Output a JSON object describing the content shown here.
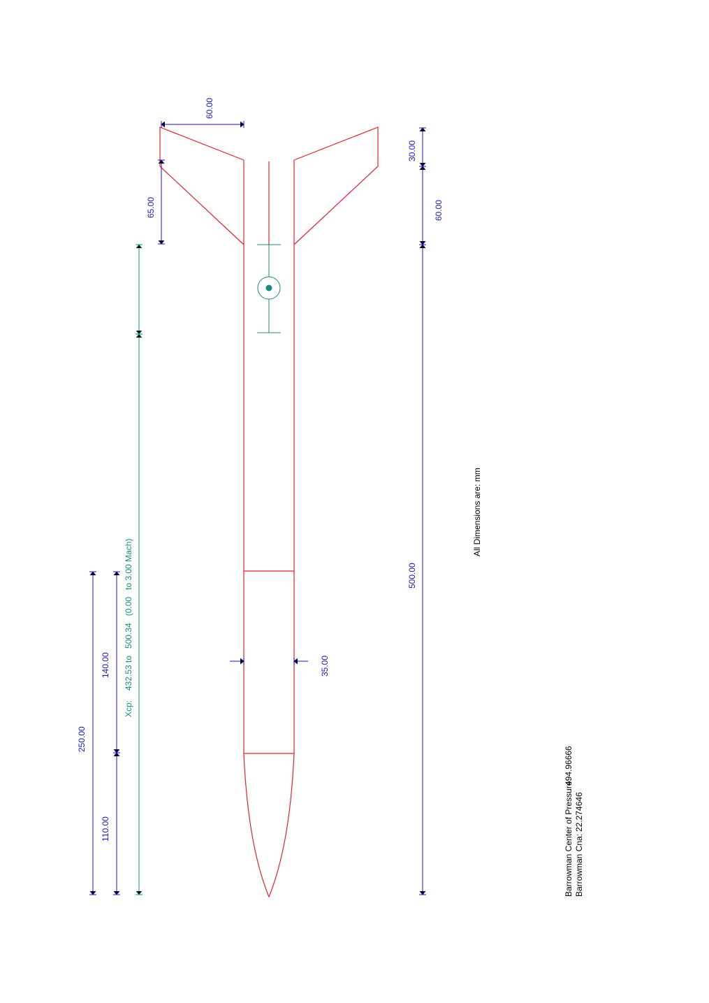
{
  "colors": {
    "body": "#e8202a",
    "dimension": "#1a1ab4",
    "cp": "#1a8a7c",
    "text": "#000000"
  },
  "dimensions": {
    "fin_tip_span": "60.00",
    "fin_root_offset": "65.00",
    "fin_tip_chord": "30.00",
    "fin_root_chord": "60.00",
    "body_length": "500.00",
    "diameter": "35.00",
    "overall_upper": "250.00",
    "nose_length": "110.00",
    "tube_length": "140.00"
  },
  "cp_range": {
    "label": "Xcp:",
    "value": "432.53 to   500.34   (0.00   to 3.00 Mach)"
  },
  "notes": {
    "units": "All Dimensions are: mm"
  },
  "barrowman": {
    "cp_label": "Barrowman Center of Pressure:",
    "cp_value": "494.96666",
    "cna_label": "Barrowman Cna:",
    "cna_value": "22.274646"
  }
}
